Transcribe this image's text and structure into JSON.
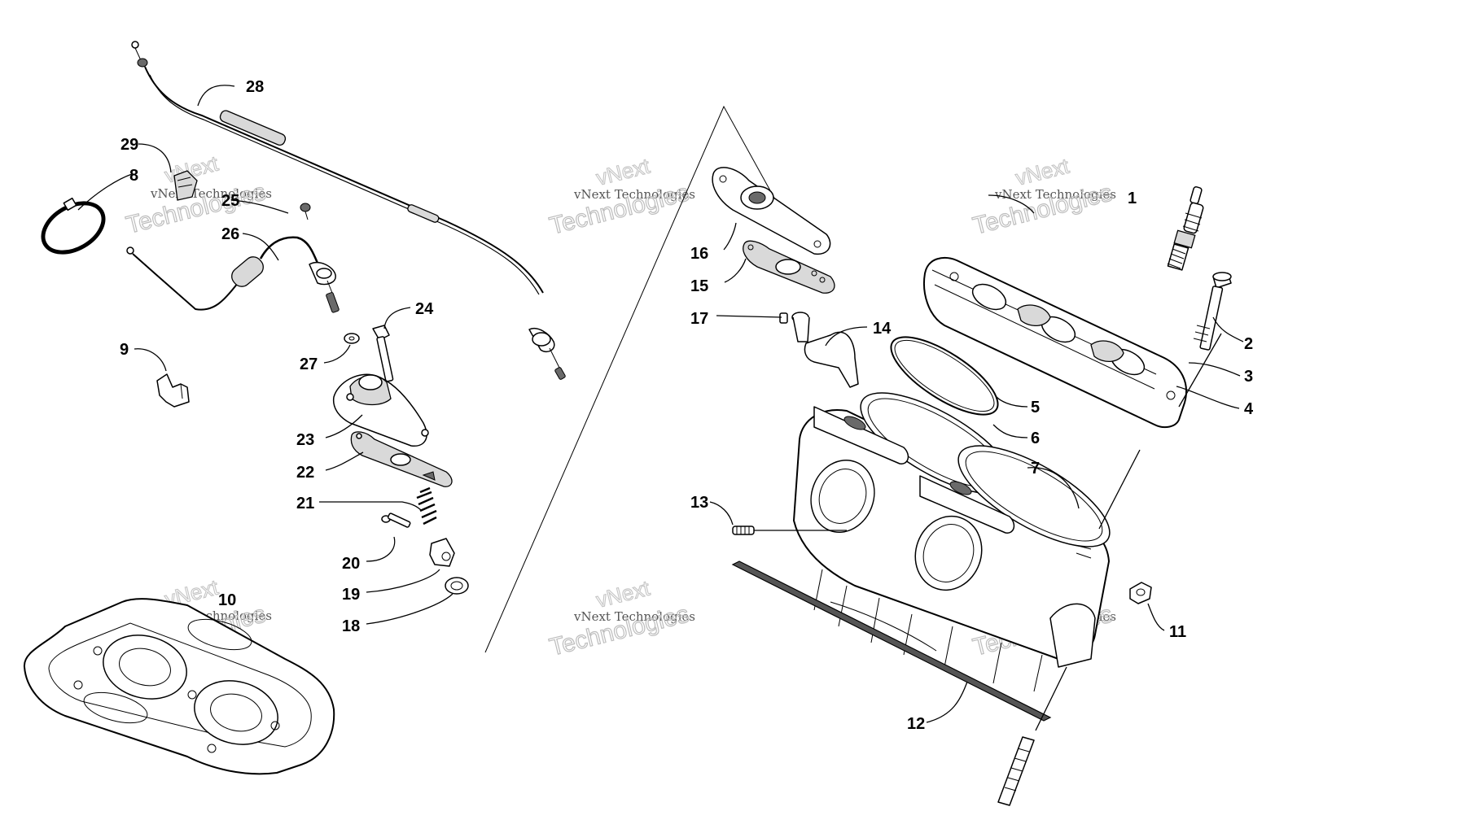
{
  "watermark": {
    "line1": "vNext",
    "line2": "vNext Technologies",
    "line3": "Technologies"
  },
  "callouts": {
    "c1": "1",
    "c2": "2",
    "c3": "3",
    "c4": "4",
    "c5": "5",
    "c6": "6",
    "c7": "7",
    "c8": "8",
    "c9": "9",
    "c10": "10",
    "c11": "11",
    "c12": "12",
    "c13": "13",
    "c14": "14",
    "c15": "15",
    "c16": "16",
    "c17": "17",
    "c18": "18",
    "c19": "19",
    "c20": "20",
    "c21": "21",
    "c22": "22",
    "c23": "23",
    "c24": "24",
    "c25": "25",
    "c26": "26",
    "c27": "27",
    "c28": "28",
    "c29": "29"
  },
  "colors": {
    "ink": "#000000",
    "paper": "#ffffff",
    "watermark": "#bdbdbd"
  }
}
